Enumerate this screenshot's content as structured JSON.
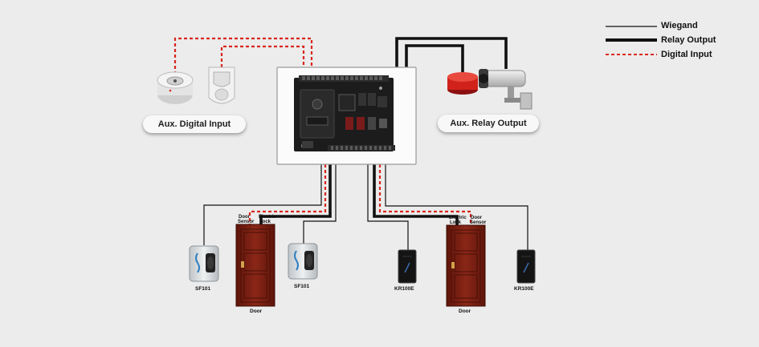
{
  "legend": {
    "wiegand": "Wiegand",
    "relay": "Relay Output",
    "digital": "Digital Input"
  },
  "labels": {
    "aux_digital": "Aux. Digital Input",
    "aux_relay": "Aux. Relay Output",
    "sf101_left": "SF101",
    "sf101_right": "SF101",
    "kr100e_left": "KR100E",
    "kr100e_right": "KR100E",
    "door_left": "Door",
    "door_right": "Door",
    "door_sensor_left": "Door Sensor",
    "electric_lock_left": "Electric Lock",
    "electric_lock_right": "Electric Lock",
    "door_sensor_right": "Door Sensor"
  },
  "colors": {
    "background": "#ececec",
    "wire": "#111111",
    "digital": "#d9251d",
    "door": "#7a1e14"
  }
}
